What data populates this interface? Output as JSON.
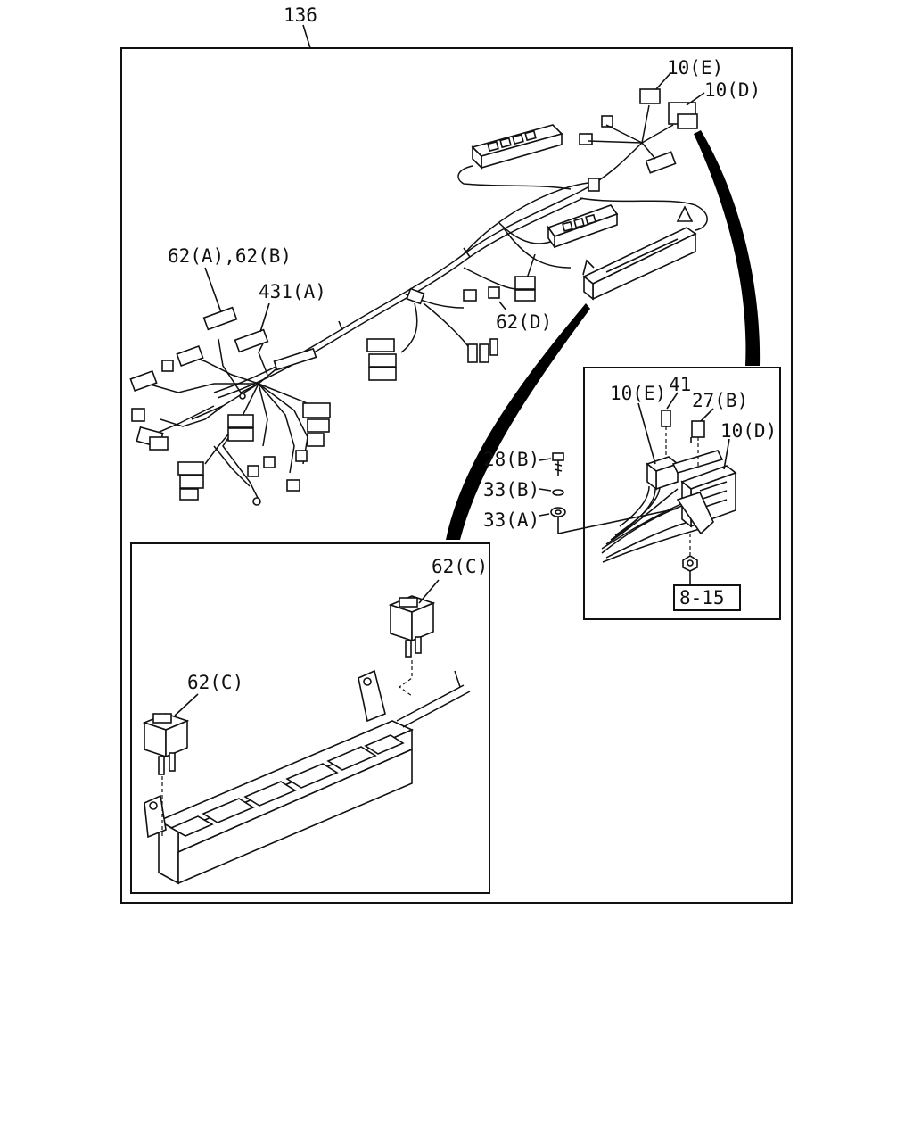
{
  "labels": {
    "assembly": "136",
    "conn_10e_top": "10(E)",
    "conn_10d_top": "10(D)",
    "relay_62ab": "62(A),62(B)",
    "harness_431a": "431(A)",
    "relay_62d": "62(D)",
    "conn_10e_detail": "10(E)",
    "part_41": "41",
    "part_27b": "27(B)",
    "conn_10d_detail": "10(D)",
    "bolt_28b": "28(B)",
    "washer_33b": "33(B)",
    "washer_33a": "33(A)",
    "ref_8_15": "8-15",
    "relay_62c_top": "62(C)",
    "relay_62c_left": "62(C)"
  }
}
